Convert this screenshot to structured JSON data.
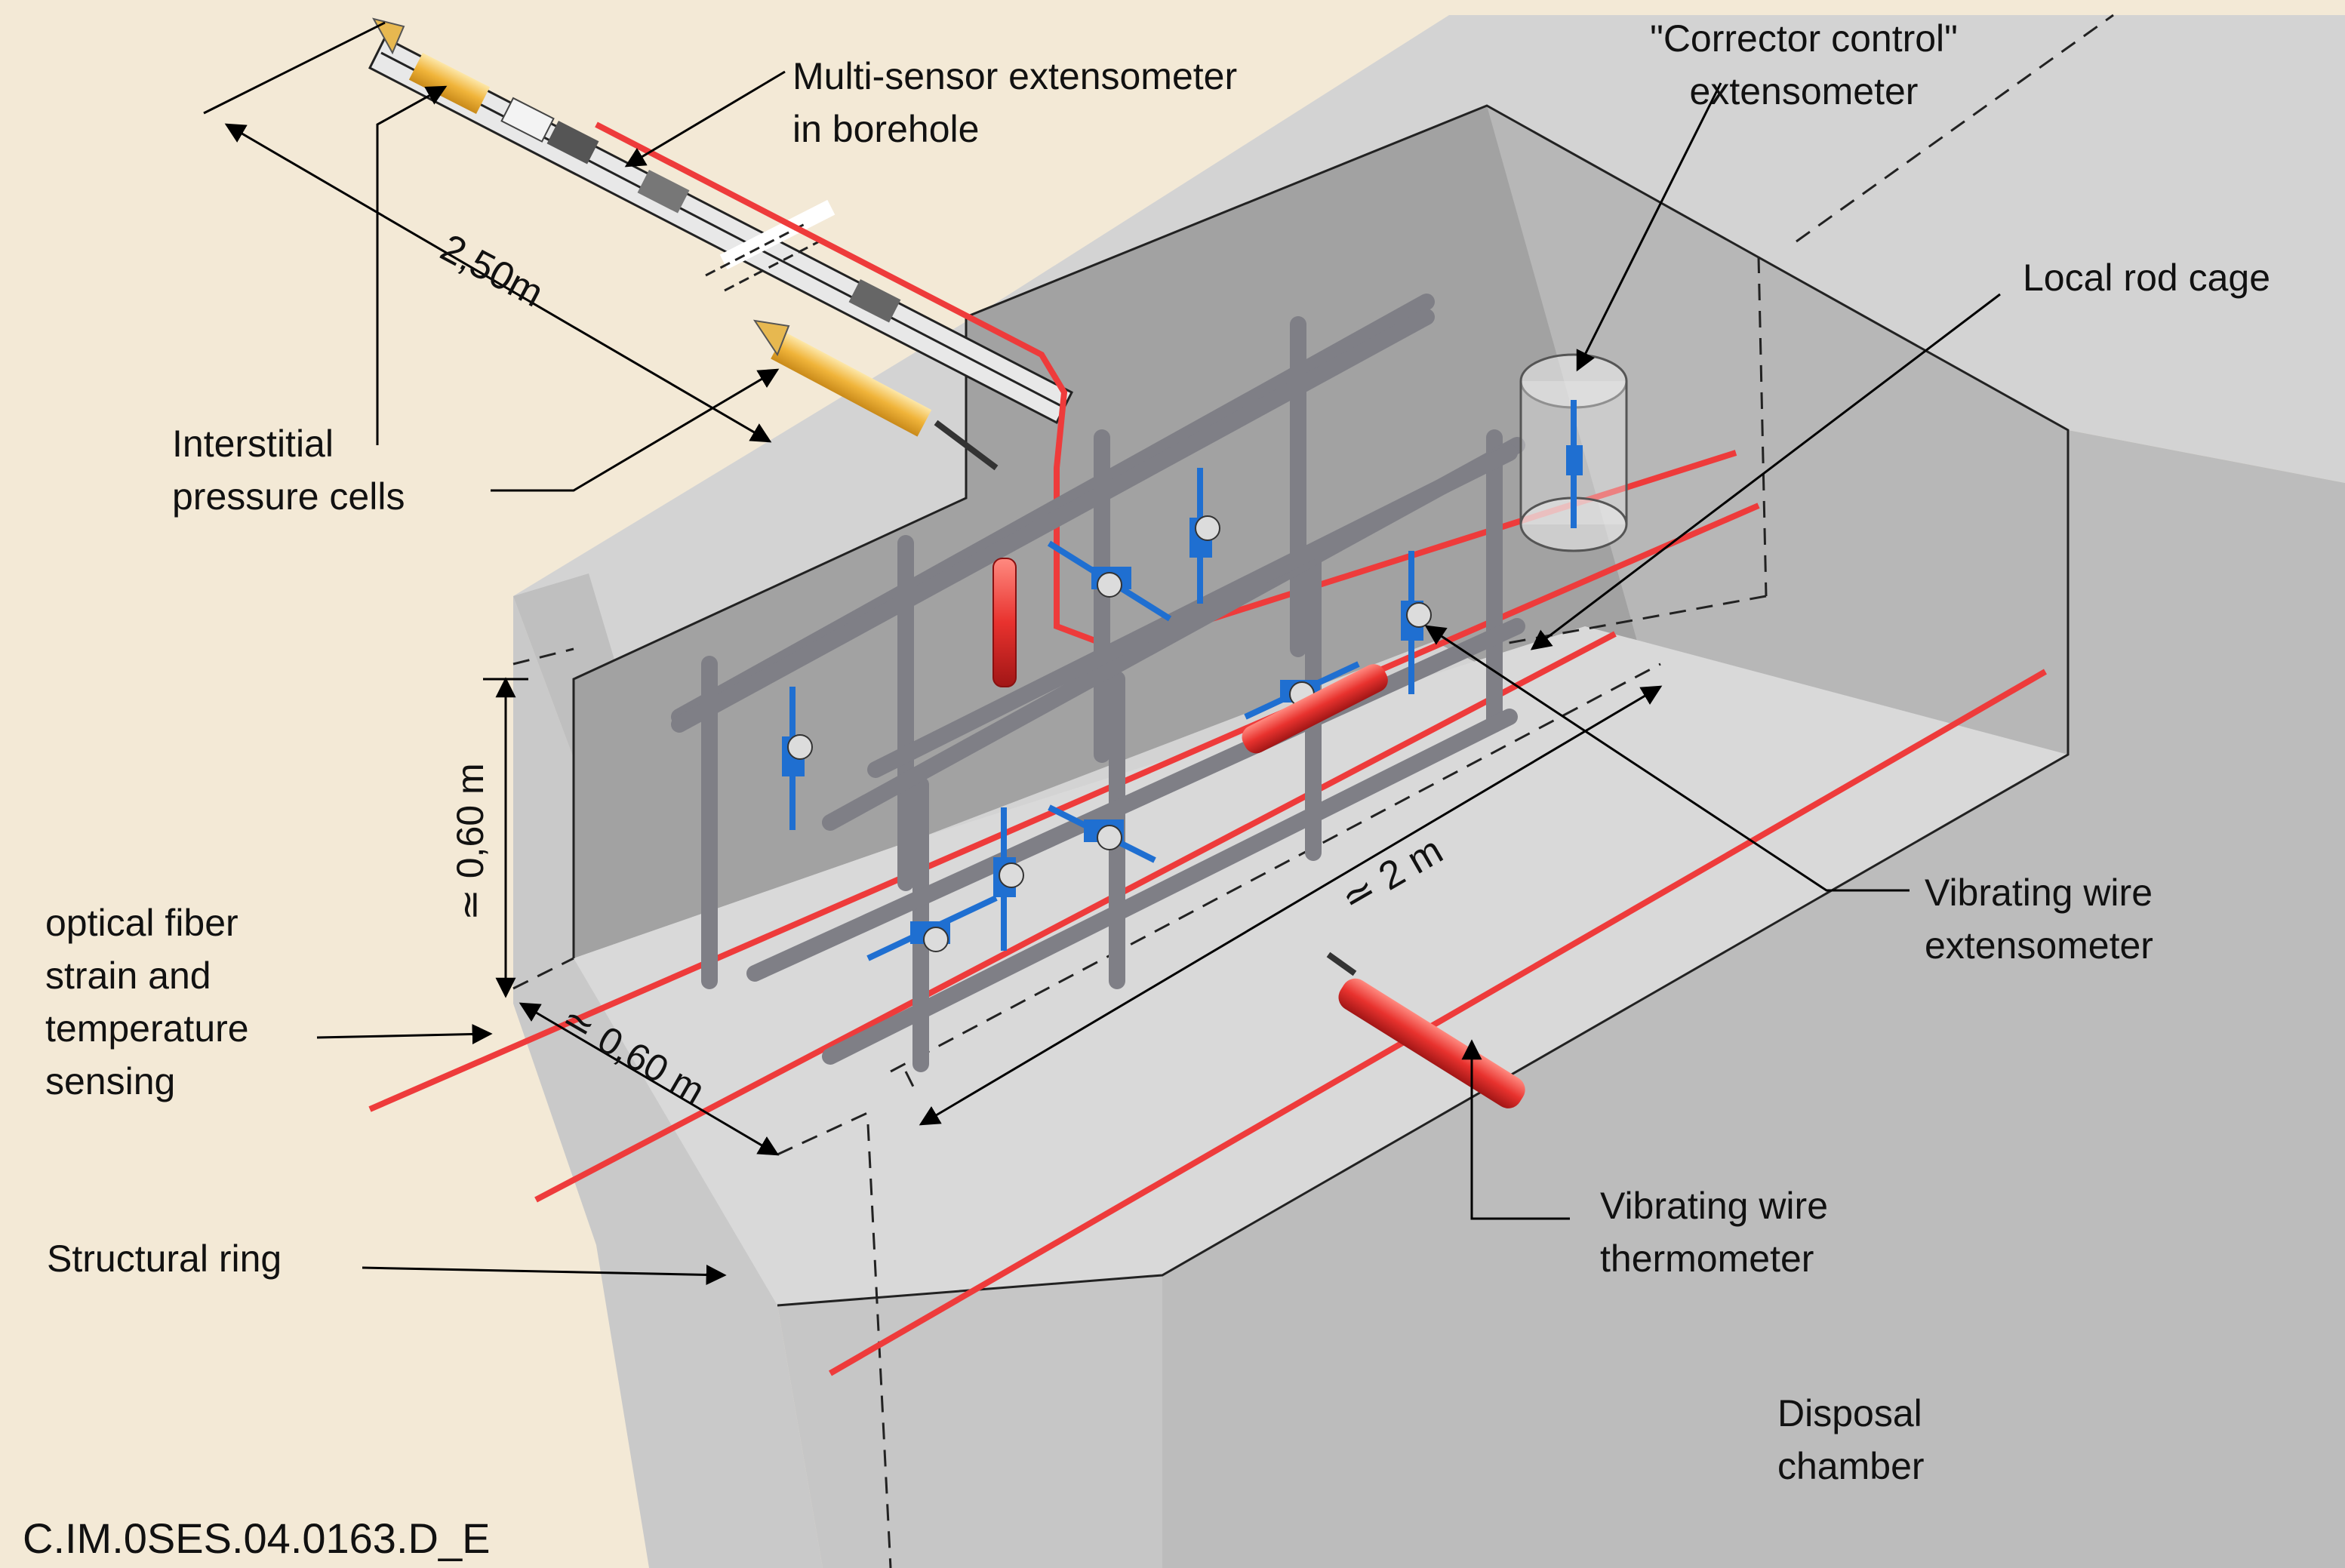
{
  "labels": {
    "multi_sensor_1": "Multi-sensor extensometer",
    "multi_sensor_2": "in borehole",
    "corrector_1": "\"Corrector control\"",
    "corrector_2": "extensometer",
    "local_rod_cage": "Local rod cage",
    "interstitial_1": "Interstitial",
    "interstitial_2": "pressure cells",
    "dim_250": "2,50m",
    "dim_060_vertical": "≃ 0,60 m",
    "dim_060_horizontal": "≃ 0,60 m",
    "dim_2m": "≃ 2 m",
    "optical_1": "optical fiber",
    "optical_2": "strain and",
    "optical_3": "temperature",
    "optical_4": "sensing",
    "vw_ext_1": "Vibrating wire",
    "vw_ext_2": "extensometer",
    "vw_therm_1": "Vibrating wire",
    "vw_therm_2": "thermometer",
    "structural_ring": "Structural ring",
    "disposal_1": "Disposal",
    "disposal_2": "chamber",
    "drawing_ref": "C.IM.0SES.04.0163.D_E"
  },
  "colors": {
    "sand_background": "#f3e9d6",
    "concrete_light": "#d5d5d5",
    "concrete_mid": "#c2c2c2",
    "concrete_dark": "#a9a9a9",
    "pit_back_wall": "#9d9d9d",
    "rod_gray": "#7f7f86",
    "fiber_red": "#ee3b3b",
    "sensor_blue": "#1f6fd1",
    "sensor_yellow": "#f0b43a",
    "thermometer_red": "#e8322e"
  },
  "icons": {
    "extensometer": "vibrating-wire-extensometer-icon",
    "thermometer": "thermometer-cylinder-icon",
    "pressure_cell": "pressure-cell-icon",
    "borehole": "borehole-extensometer-icon"
  }
}
